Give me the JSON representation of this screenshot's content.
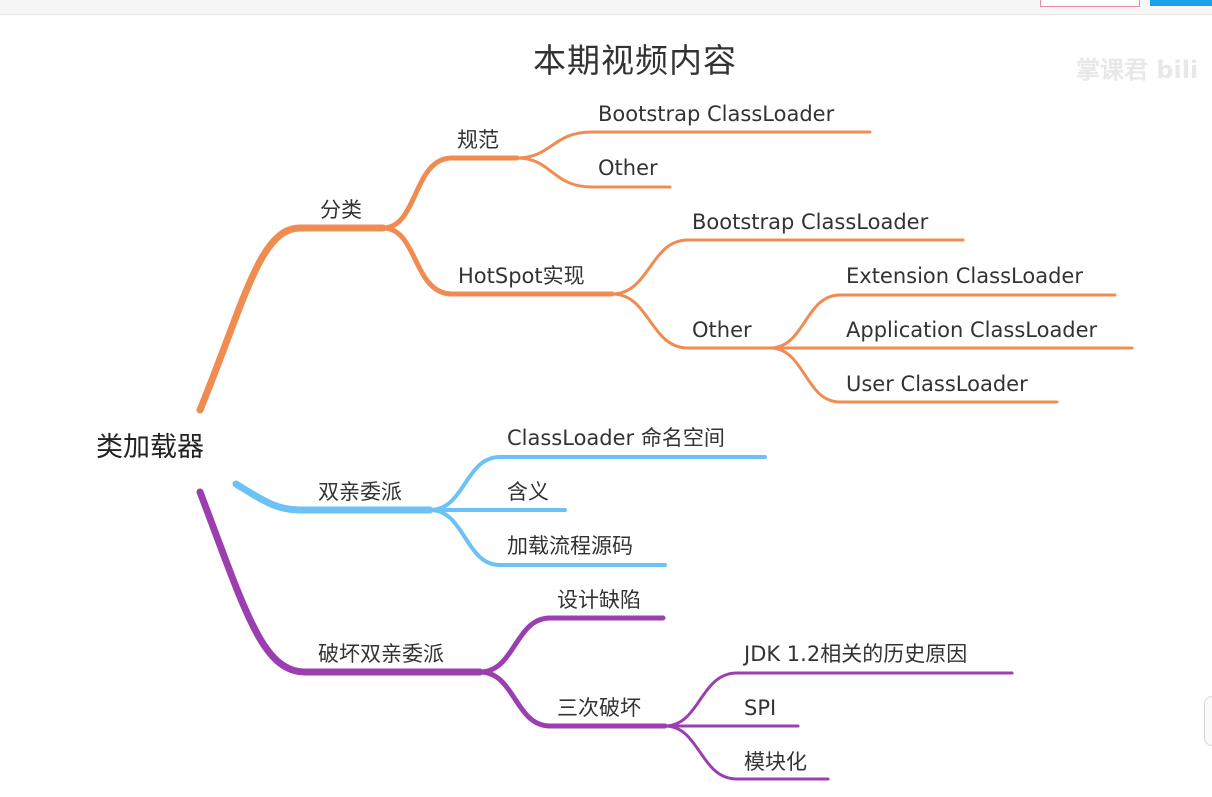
{
  "title": "本期视频内容",
  "watermark": "掌课君 bili",
  "colors": {
    "orange": "#f08c51",
    "blue": "#6cc2f4",
    "purple": "#9b3fb0"
  },
  "mindmap": {
    "root": "类加载器",
    "classification": {
      "label": "分类",
      "spec": {
        "label": "规范",
        "bootstrap": "Bootstrap ClassLoader",
        "other": "Other"
      },
      "hotspot": {
        "label": "HotSpot实现",
        "bootstrap": "Bootstrap ClassLoader",
        "other": {
          "label": "Other",
          "extension": "Extension ClassLoader",
          "application": "Application ClassLoader",
          "user": "User ClassLoader"
        }
      }
    },
    "delegation": {
      "label": "双亲委派",
      "namespace": "ClassLoader 命名空间",
      "meaning": "含义",
      "source": "加载流程源码"
    },
    "breaking": {
      "label": "破坏双亲委派",
      "flaw": "设计缺陷",
      "three": {
        "label": "三次破坏",
        "jdk": "JDK 1.2相关的历史原因",
        "spi": "SPI",
        "module": "模块化"
      }
    }
  }
}
